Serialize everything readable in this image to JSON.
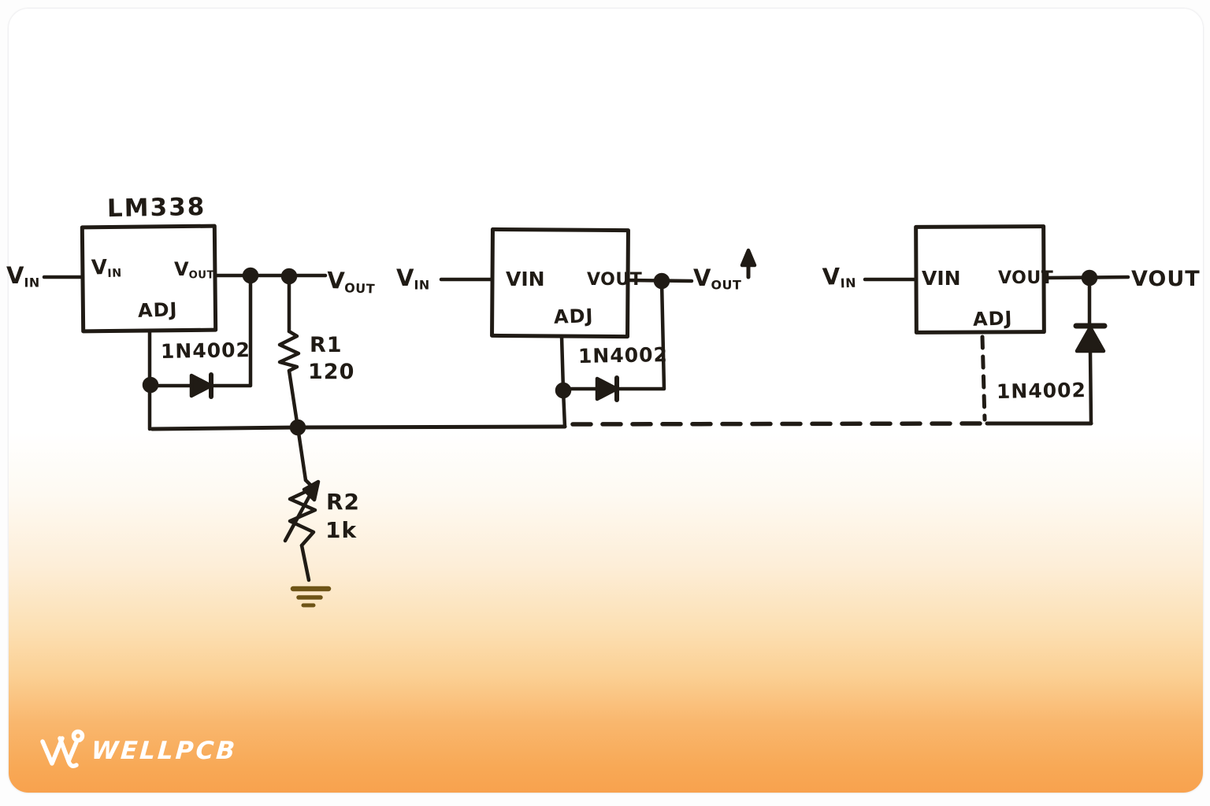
{
  "schematic": {
    "part_number": "LM338",
    "diode_part": "1N4002",
    "labels": {
      "v": "V",
      "in": "IN",
      "out": "OUT",
      "vin": "VIN",
      "vout": "VOUT",
      "adj": "ADJ"
    },
    "resistors": {
      "r1": {
        "name": "R1",
        "value": "120"
      },
      "r2": {
        "name": "R2",
        "value": "1k"
      }
    }
  },
  "icons": {
    "ground": "ground-symbol",
    "up_arrow": "up-arrow",
    "diode": "diode-symbol",
    "logo_mark": "wellpcb-w-mark"
  },
  "colors": {
    "ink": "#201b15",
    "ground_ink": "#6e5416",
    "card_orange": "#f8a24e",
    "logo": "#ffffff"
  },
  "watermark": {
    "brand": "WELLPCB"
  }
}
